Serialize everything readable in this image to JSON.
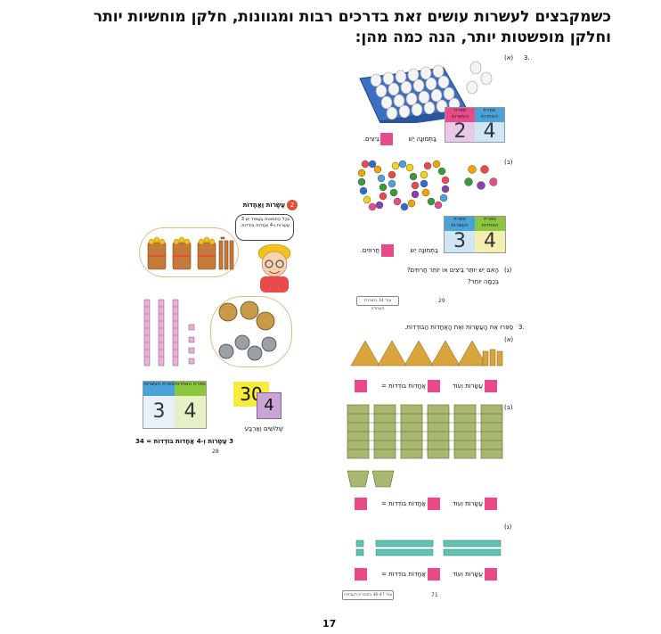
{
  "header": {
    "line1": "כשמקבצים לעשרות עושים זאת בדרכים רבות ומגוונות, חלקן מוחשיות יותר",
    "line2": "וחלקן מופשטות יותר, הנה כמה מהן:"
  },
  "right_page_top": {
    "exercise_number": "3.",
    "a_label": "(א)",
    "b_label": "(ב)",
    "c_label": "(ג)",
    "table_tens_header": "ספרת העשרות",
    "table_ones_header": "ספרת האחדות",
    "eggs": {
      "tens": "2",
      "ones": "4",
      "caption_prefix": "בַּתְּמוּנָה יֵשׁ",
      "caption_suffix": "בֵּיצִים."
    },
    "beads": {
      "tens": "3",
      "ones": "4",
      "caption_prefix": "בַּתְּמוּנָה יֵשׁ",
      "caption_suffix": "חֲרוּזִים."
    },
    "question_line1": "הַאִם יֵשׁ יוֹתֵר בֵּיצִים אוֹ יוֹתֵר חֲרוּזִים?",
    "question_line2": "בְּכַמָּה יוֹתֵר?",
    "footer_link": "עמ' 14 בחוברת העבודה",
    "page_number": "29"
  },
  "left_page": {
    "section_number": "2",
    "section_title": "עֲשָׂרוֹת וַאֲחָדוֹת",
    "speech_bubble": "בְּכָל הַתְּמוּנוֹת בָּעַמּוּד יֵשׁ 3 עֲשָׂרוֹת וְ-4 אֲחָדוֹת בּוֹדְדוֹת.",
    "table_tens_header": "ספרת העשרות",
    "table_ones_header": "ספרת האחדות",
    "tens": "3",
    "ones": "4",
    "card_big": "30",
    "card_small": "4",
    "words_label": "שְׁלוֹשִׁים וְאַרְבַּע",
    "sum_line": "3 עֲשָׂרוֹת וְ-4 אֲחָדוֹת בּוֹדְדוֹת = 34",
    "page_number": "28"
  },
  "right_page_bottom": {
    "exercise_number": "3.",
    "instruction": "סַפְּרוּ אֶת הָעֲשָׂרוֹת וְאֶת הָאֲחָדוֹת הַבּוֹדְדוֹת.",
    "a_label": "(א)",
    "b_label": "(ב)",
    "c_label": "(ג)",
    "tens_and": "עֲשָׂרוֹת וְעוֹד",
    "ones_equals": "אֲחָדוֹת בּוֹדְדוֹת =",
    "footer_link": "עמ' 46-47 בחוברת העבודה",
    "page_number": "71"
  },
  "page_footer_number": "17",
  "colors": {
    "pink": "#e94b8a",
    "tens_header": "#4aa3d8",
    "ones_header": "#8cc63f",
    "cell_blue": "#cfe6f7",
    "cell_green": "#e6f2c6"
  }
}
